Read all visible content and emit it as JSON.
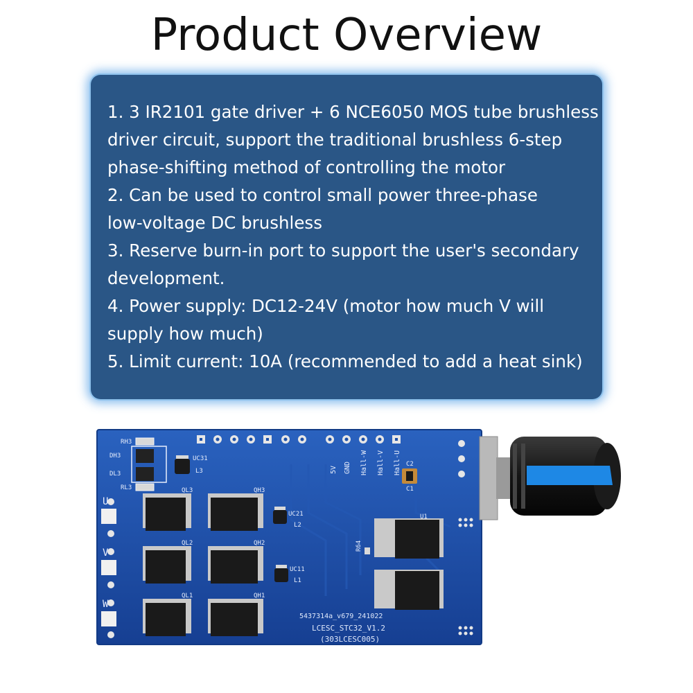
{
  "page": {
    "title": "Product Overview"
  },
  "overview": {
    "lines": [
      "1. 3 IR2101 gate driver + 6 NCE6050 MOS tube brushless",
      "driver circuit, support the traditional brushless 6-step",
      "phase-shifting method of controlling the motor",
      "2. Can be used to control small power three-phase",
      "low-voltage DC brushless",
      "3. Reserve burn-in port to support the user's secondary",
      "development.",
      "4. Power supply: DC12-24V (motor how much V will",
      "supply how much)",
      "5. Limit current: 10A (recommended to add a heat sink)"
    ]
  },
  "board": {
    "silkscreen": {
      "rh3": "RH3",
      "dh3": "DH3",
      "dl3": "DL3",
      "rl3": "RL3",
      "uc31": "UC31",
      "l3": "L3",
      "ql3": "QL3",
      "qh3": "QH3",
      "uc21": "UC21",
      "l2": "L2",
      "ql2": "QL2",
      "qh2": "QH2",
      "uc11": "UC11",
      "l1": "L1",
      "ql1": "QL1",
      "qh1": "QH1",
      "phase_u": "U",
      "phase_v": "V",
      "phase_w": "W",
      "pin_5v": "5V",
      "pin_gnd": "GND",
      "pin_hall_w": "Hall-W",
      "pin_hall_v": "Hall-V",
      "pin_hall_u": "Hall-U",
      "c2": "C2",
      "c1": "C1",
      "u1": "U1",
      "r64": "R64",
      "serial": "5437314a_v679_241022",
      "model": "LCESC_STC32_V1.2",
      "code": "(303LCESC005)"
    }
  },
  "colors": {
    "panel_bg": "#2a5686",
    "panel_glow": "#8fc2ec",
    "pcb": "#1b4fa8",
    "knob_accent": "#1e88e5"
  }
}
